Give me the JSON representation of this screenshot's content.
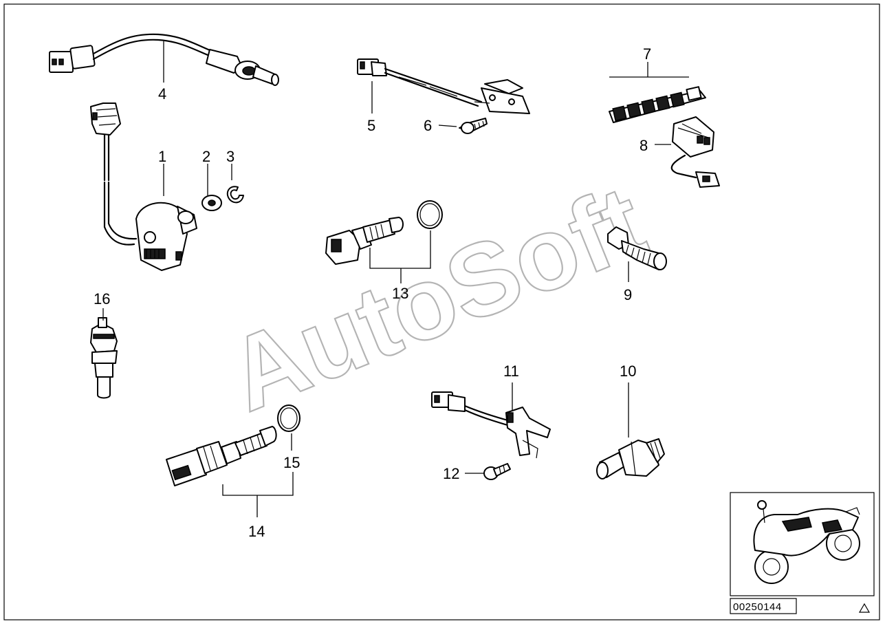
{
  "diagram": {
    "watermark": "AutoSoft",
    "callouts": {
      "c1": "1",
      "c2": "2",
      "c3": "3",
      "c4": "4",
      "c5": "5",
      "c6": "6",
      "c7": "7",
      "c8": "8",
      "c9": "9",
      "c10": "10",
      "c11": "11",
      "c12": "12",
      "c13": "13",
      "c14": "14",
      "c15": "15",
      "c16": "16"
    },
    "drawing_number": "00250144",
    "colors": {
      "line": "#000000",
      "watermark": "#b4b4b4",
      "background": "#ffffff"
    }
  }
}
